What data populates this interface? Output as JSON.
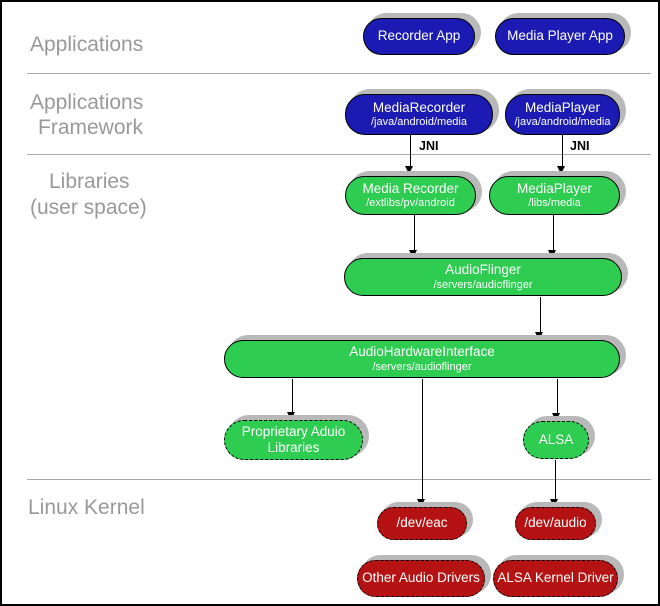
{
  "sections": {
    "applications": {
      "label": "Applications"
    },
    "framework": {
      "line1": "Applications",
      "line2": "Framework"
    },
    "libraries": {
      "line1": "Libraries",
      "line2": "(user space)"
    },
    "kernel": {
      "label": "Linux Kernel"
    }
  },
  "labels": {
    "jni": "JNI"
  },
  "nodes": {
    "recorder_app": {
      "title": "Recorder App"
    },
    "media_player_app": {
      "title": "Media Player App"
    },
    "media_recorder_fw": {
      "title": "MediaRecorder",
      "path": "/java/android/media"
    },
    "media_player_fw": {
      "title": "MediaPlayer",
      "path": "/java/android/media"
    },
    "media_recorder_lib": {
      "title": "Media Recorder",
      "path": "/extlibs/pv/android"
    },
    "media_player_lib": {
      "title": "MediaPlayer",
      "path": "/libs/media"
    },
    "audio_flinger": {
      "title": "AudioFlinger",
      "path": "/servers/audioflinger"
    },
    "audio_hardware_interface": {
      "title": "AudioHardwareInterface",
      "path": "/servers/audioflinger"
    },
    "proprietary_audio_libraries": {
      "title": "Proprietary Aduio Libraries"
    },
    "alsa": {
      "title": "ALSA"
    },
    "dev_eac": {
      "title": "/dev/eac"
    },
    "dev_audio": {
      "title": "/dev/audio"
    },
    "other_audio_drivers": {
      "title": "Other Audio Drivers"
    },
    "alsa_kernel_driver": {
      "title": "ALSA Kernel Driver"
    }
  },
  "colors": {
    "app-blue": "#1b1bb3",
    "lib-green": "#2ecc51",
    "kernel-red": "#b51313",
    "box-shadow": "#b9b9b9",
    "divider-gray": "#aaaaaa",
    "label-gray": "#999999",
    "outline-black": "#000000"
  }
}
